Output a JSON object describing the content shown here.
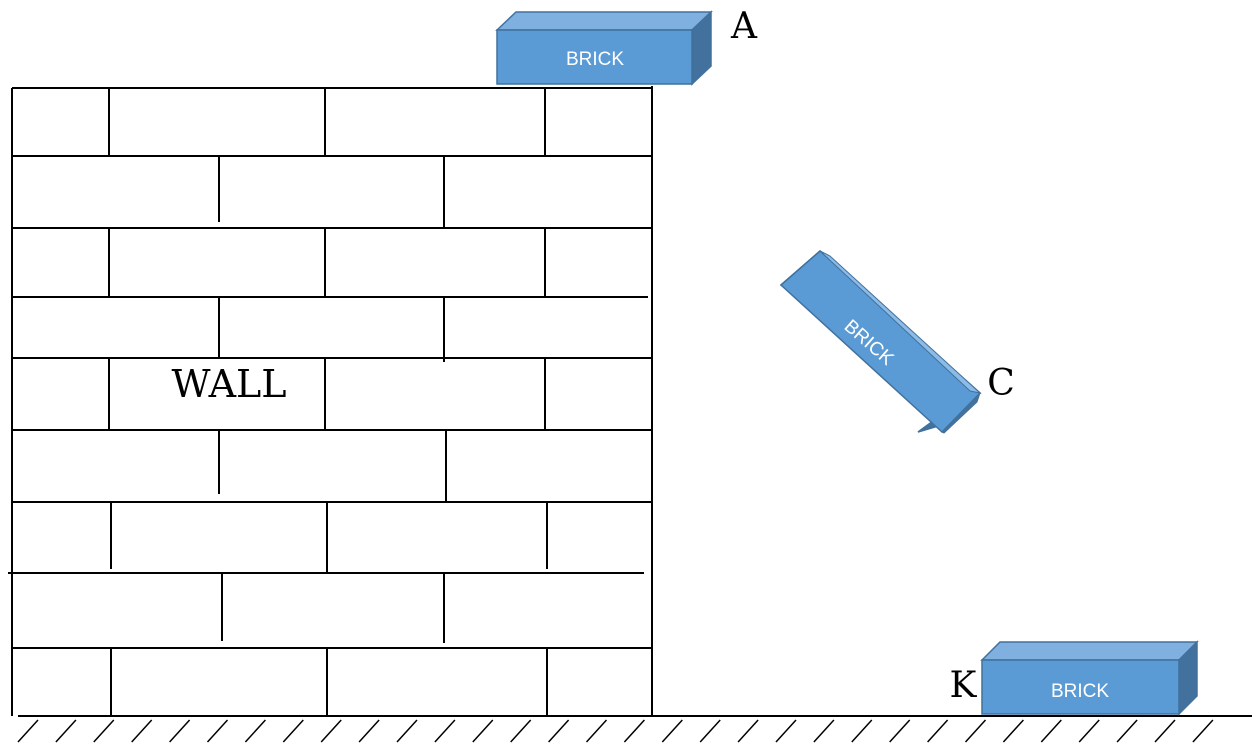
{
  "wall": {
    "label": "WALL"
  },
  "bricks": [
    {
      "id": "A",
      "position_label": "A",
      "text": "BRICK"
    },
    {
      "id": "C",
      "position_label": "C",
      "text": "BRICK"
    },
    {
      "id": "K",
      "position_label": "K",
      "text": "BRICK"
    }
  ],
  "colors": {
    "brick_front": "#5B9BD5",
    "brick_top": "#7FB0E0",
    "brick_side": "#41719C",
    "brick_edge": "#41719C",
    "lines": "#000000"
  }
}
